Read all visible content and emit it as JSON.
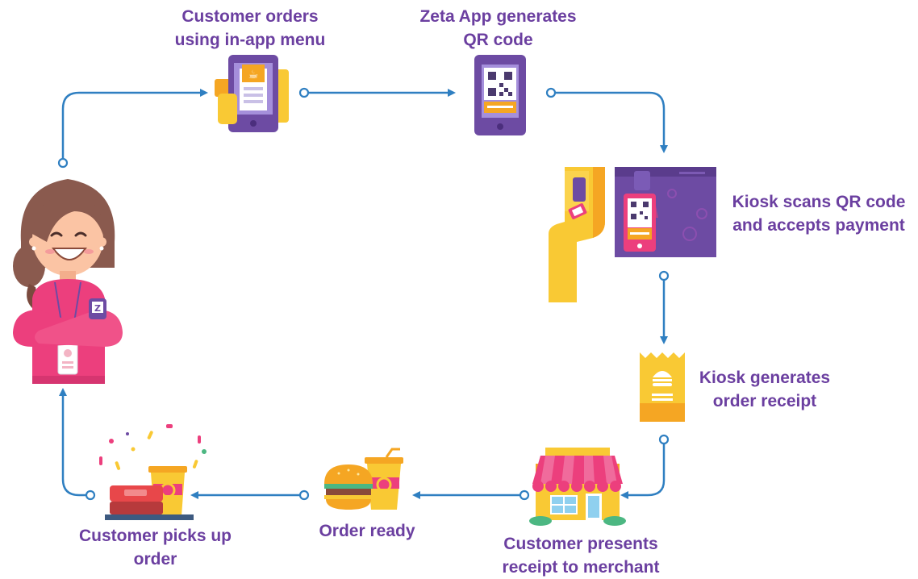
{
  "steps": {
    "customer_orders": [
      "Customer orders",
      "using in-app menu"
    ],
    "zeta_app_qr": [
      "Zeta App generates",
      "QR code"
    ],
    "kiosk_scans": [
      "Kiosk scans QR code",
      "and accepts payment"
    ],
    "kiosk_receipt": [
      "Kiosk generates",
      "order receipt"
    ],
    "customer_presents": [
      "Customer presents",
      "receipt to merchant"
    ],
    "order_ready": [
      "Order ready"
    ],
    "customer_picks_up": [
      "Customer picks up",
      "order"
    ]
  },
  "colors": {
    "text": "#6b3fa0",
    "arrow": "#2f7fc1",
    "purple": "#6d4ba3",
    "yellow": "#f9c934",
    "orange": "#f5a623",
    "pink": "#ec3f7d",
    "brown": "#8a5a4e"
  },
  "icons": {
    "brand_badge": "Z"
  }
}
